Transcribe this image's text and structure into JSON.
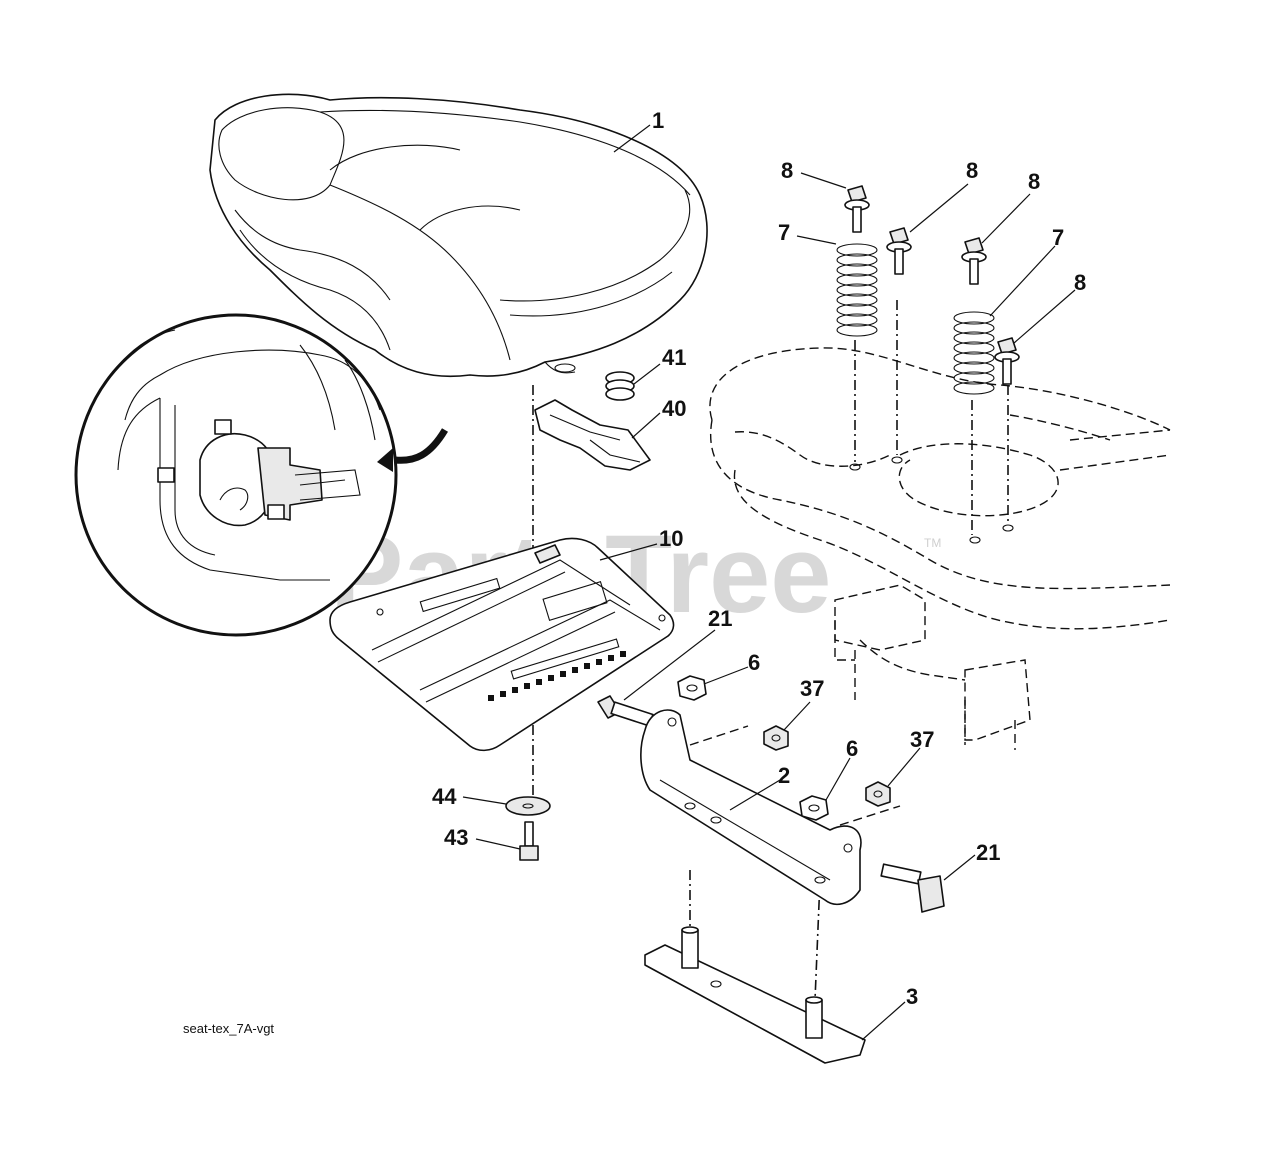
{
  "watermark": {
    "text": "PartsTree",
    "trademark": "TM"
  },
  "caption": "seat-tex_7A-vgt",
  "callouts": [
    {
      "part": "seat",
      "number": "1"
    },
    {
      "part": "bolt-a",
      "number": "8"
    },
    {
      "part": "bolt-b",
      "number": "8"
    },
    {
      "part": "bolt-c",
      "number": "8"
    },
    {
      "part": "bolt-d",
      "number": "8"
    },
    {
      "part": "spring-left",
      "number": "7"
    },
    {
      "part": "spring-right",
      "number": "7"
    },
    {
      "part": "small-spring",
      "number": "41"
    },
    {
      "part": "switch-bracket",
      "number": "40"
    },
    {
      "part": "seat-pan",
      "number": "10"
    },
    {
      "part": "bolt-left",
      "number": "21"
    },
    {
      "part": "nut-left",
      "number": "6"
    },
    {
      "part": "locknut-left",
      "number": "37"
    },
    {
      "part": "nut-right",
      "number": "6"
    },
    {
      "part": "locknut-right",
      "number": "37"
    },
    {
      "part": "bracket",
      "number": "2"
    },
    {
      "part": "bolt-right",
      "number": "21"
    },
    {
      "part": "washer",
      "number": "44"
    },
    {
      "part": "screw",
      "number": "43"
    },
    {
      "part": "base-plate",
      "number": "3"
    }
  ]
}
